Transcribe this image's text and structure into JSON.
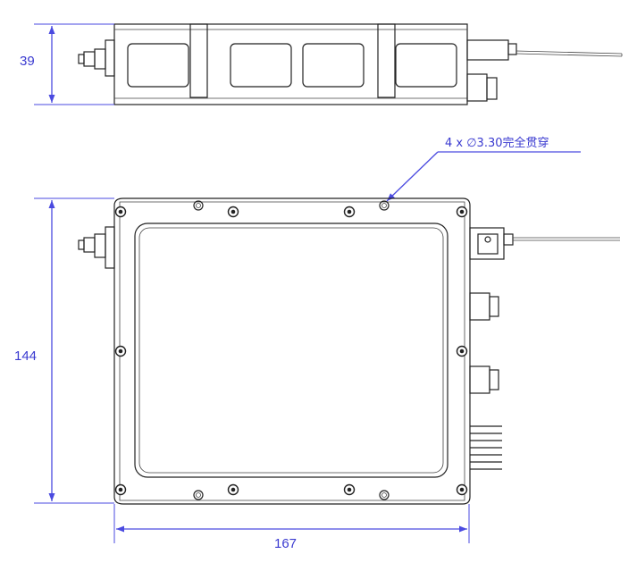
{
  "dimensions": {
    "height_side": "39",
    "height_front": "144",
    "width_front": "167"
  },
  "callout": {
    "hole_note": "4 x ∅3.30完全贯穿"
  },
  "colors": {
    "dimension": "#3a3ad0",
    "outline": "#222222"
  }
}
